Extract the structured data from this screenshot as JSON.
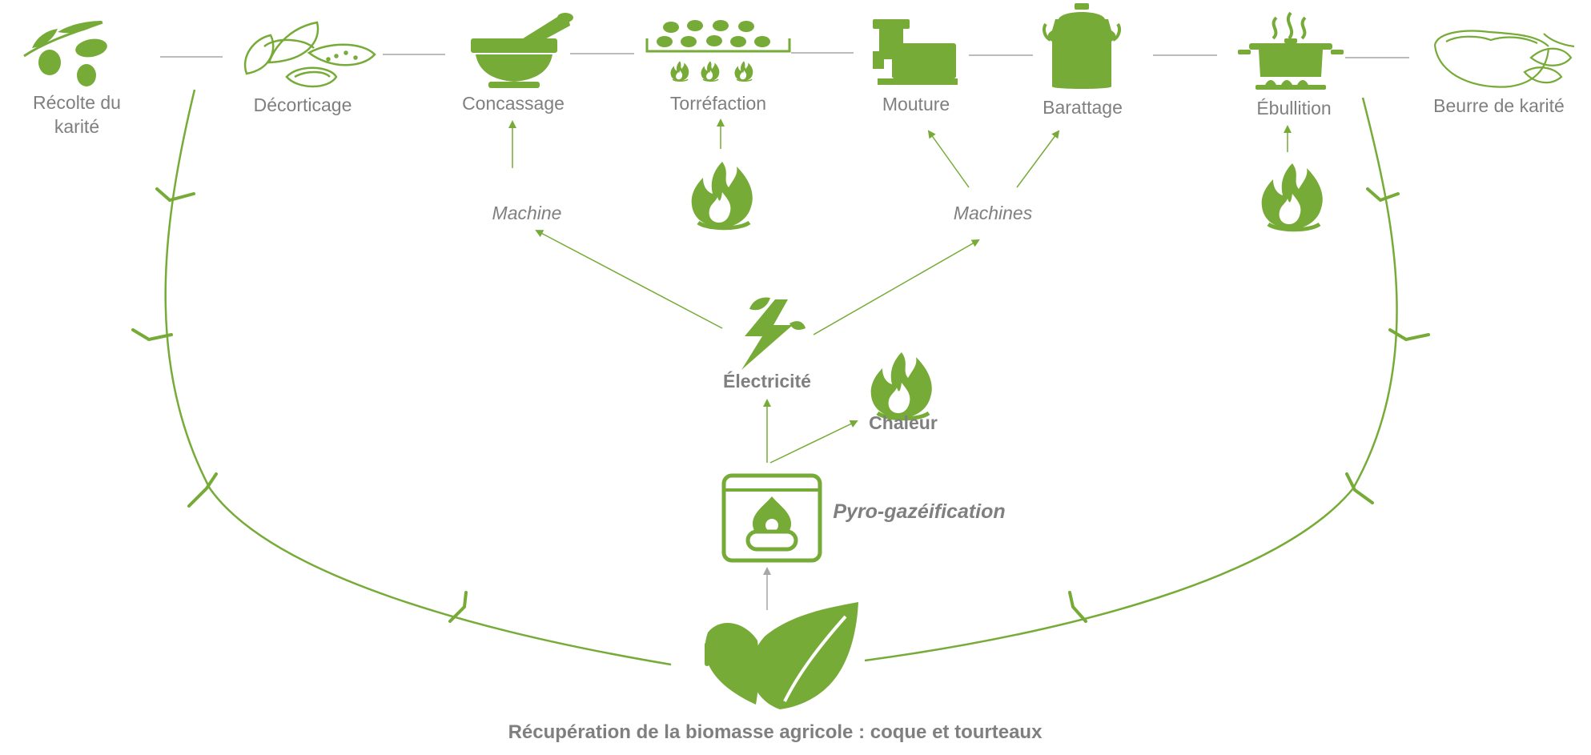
{
  "colors": {
    "green": "#76ab37",
    "text": "#7f7f7f",
    "line": "#a6a6a6"
  },
  "process": {
    "steps": [
      {
        "label_lines": [
          "Récolte du",
          "karité"
        ],
        "icon": "shea-fruit-icon"
      },
      {
        "label": "Décorticage",
        "icon": "shea-nuts-icon"
      },
      {
        "label": "Concassage",
        "icon": "mortar-pestle-icon"
      },
      {
        "label": "Torréfaction",
        "icon": "roasting-grill-icon"
      },
      {
        "label": "Mouture",
        "icon": "grinder-machine-icon"
      },
      {
        "label": "Barattage",
        "icon": "milk-churn-icon"
      },
      {
        "label": "Ébullition",
        "icon": "boiling-pot-icon"
      },
      {
        "label": "Beurre de karité",
        "icon": "shea-butter-bowl-icon"
      }
    ]
  },
  "energy": {
    "machine_label": "Machine",
    "machines_label": "Machines",
    "electricity_label": "Électricité",
    "heat_label": "Chaleur",
    "pyro_label": "Pyro-gazéification",
    "icons": [
      "flame-icon",
      "lightning-leaf-icon",
      "gasifier-icon",
      "leaves-icon"
    ]
  },
  "footer": {
    "caption": "Récupération de la biomasse agricole : coque et tourteaux"
  }
}
